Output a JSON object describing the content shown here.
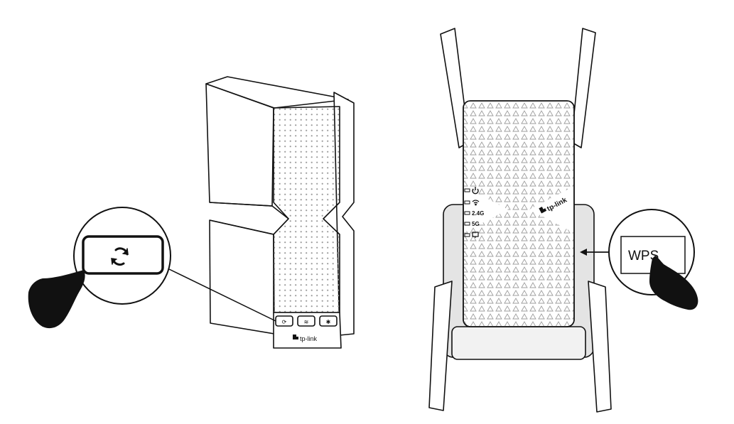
{
  "left_device": {
    "brand": "tp-link",
    "buttons": [
      "sync-icon",
      "wifi-icon",
      "led-icon"
    ],
    "zoom_icon": "sync-icon"
  },
  "right_device": {
    "brand": "tp-link",
    "indicators": [
      {
        "icon": "power-icon",
        "label": ""
      },
      {
        "icon": "wifi-icon",
        "label": ""
      },
      {
        "icon": "",
        "label": "2.4G"
      },
      {
        "icon": "",
        "label": "5G"
      },
      {
        "icon": "ethernet-icon",
        "label": ""
      }
    ],
    "button_label": "WPS"
  },
  "colors": {
    "line": "#111111",
    "body": "#ffffff",
    "shadow": "#e4e4e4"
  }
}
